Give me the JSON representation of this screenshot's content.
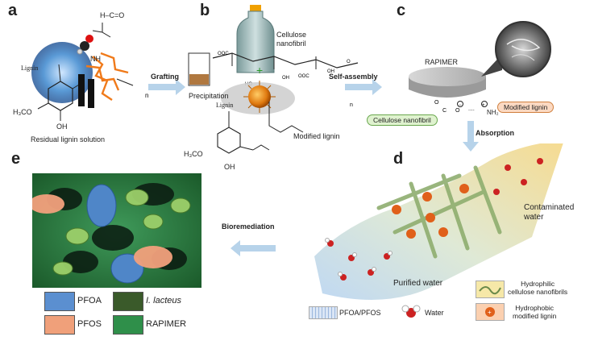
{
  "panels": {
    "a": {
      "label": "a",
      "lignin_label": "Lignin",
      "ch2o": "H–C=O",
      "nh2": "NH",
      "methoxy": "H₃CO",
      "oh": "OH",
      "caption": "Residual lignin solution"
    },
    "b": {
      "label": "b",
      "cellulose_label": "Cellulose\nnanofibril",
      "precipitation": "Precipitation",
      "modified_lignin": "Modified lignin",
      "lignin_label": "Lignin",
      "methoxy": "H₃CO",
      "oh": "OH"
    },
    "c": {
      "label": "c",
      "rapimer": "RAPIMER",
      "cellulose_nanofibril": "Cellulose nanofibril",
      "modified_lignin": "Modified lignin",
      "nh2": "NH₂"
    },
    "d": {
      "label": "d",
      "contaminated_water": "Contaminated\nwater",
      "purified_water": "Purified water"
    },
    "e": {
      "label": "e"
    }
  },
  "arrows": {
    "grafting": "Grafting",
    "self_assembly": "Self-assembly",
    "absorption": "Absorption",
    "bioremediation": "Bioremediation"
  },
  "legend_e": [
    {
      "label": "PFOA",
      "color": "#5b8fd0",
      "italic": false
    },
    {
      "label": "I. lacteus",
      "color": "#3a5a2a",
      "italic": true
    },
    {
      "label": "PFOS",
      "color": "#f0a07a",
      "italic": false
    },
    {
      "label": "RAPIMER",
      "color": "#2f8f4a",
      "italic": false
    }
  ],
  "legend_d": [
    {
      "label": "PFOA/PFOS"
    },
    {
      "label": "Water"
    },
    {
      "label": "Hydrophilic\ncellulose nanofibrils"
    },
    {
      "label": "Hydrophobic\nmodified lignin"
    }
  ]
}
